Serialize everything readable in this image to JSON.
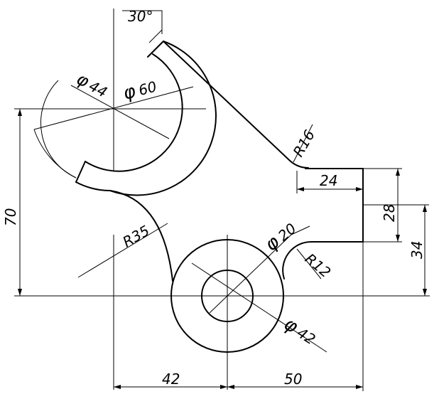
{
  "drawing": {
    "dimensions": {
      "angle": "30°",
      "dia_44": "44",
      "dia_60": "60",
      "radius_16": "R16",
      "len_24": "24",
      "len_28": "28",
      "len_34": "34",
      "len_70": "70",
      "radius_35": "R35",
      "dia_20": "20",
      "radius_12": "R12",
      "dia_42": "42",
      "len_42": "42",
      "len_50": "50"
    },
    "phi_symbol": "φ"
  }
}
